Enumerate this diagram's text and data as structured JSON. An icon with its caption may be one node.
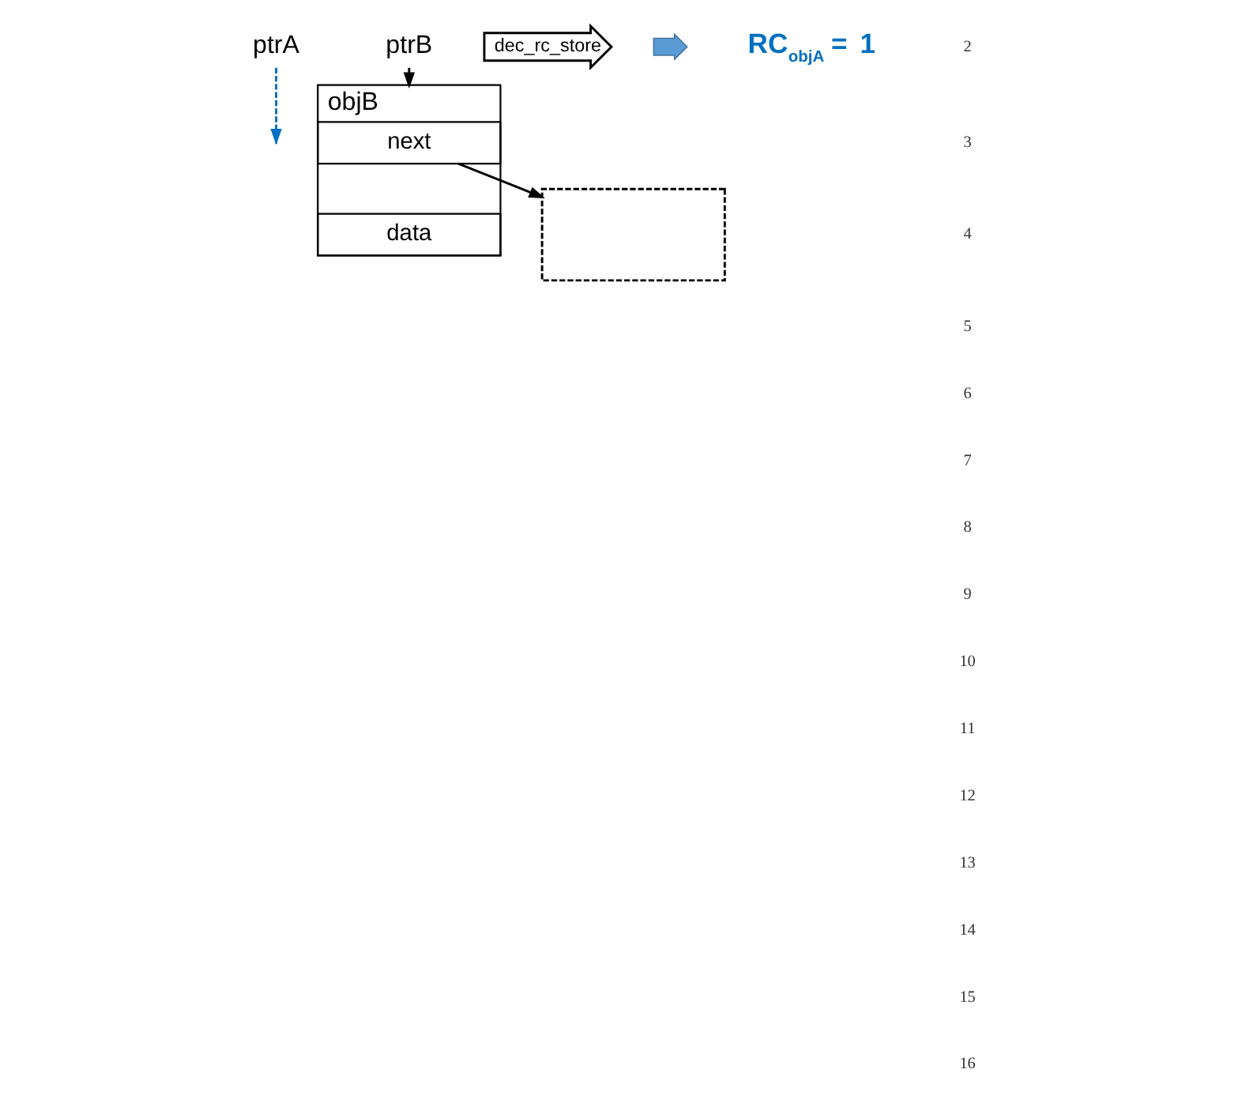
{
  "diagram": {
    "nodes": [
      {
        "text": [
          "ptrA"
        ]
      },
      {
        "text": [],
        "shape": "box"
      },
      {
        "text": [
          "ptrB"
        ]
      },
      {
        "text": [
          "objB"
        ]
      },
      {
        "text": [
          "next"
        ],
        "in": 3
      },
      {
        "text": [
          "data"
        ],
        "in": 3
      },
      {
        "text": [
          "dec_rc_store"
        ]
      },
      {
        "text": [],
        "shape": "arrow"
      }
    ],
    "edges": [
      {
        "from": 0,
        "to": null,
        "arrow": "to",
        "style": "dashed",
        "color": "#0070c0"
      },
      {
        "from": 2,
        "to": 3,
        "arrow": "to",
        "color": "#000000"
      },
      {
        "from": 4,
        "to": 1,
        "arrow": "to",
        "color": "#000000"
      }
    ],
    "labels": [
      "RC$_{objA}$ = 1",
      "2",
      "3",
      "4",
      "5",
      "6",
      "7",
      "8",
      "9",
      "10",
      "11",
      "12",
      "13",
      "14",
      "15",
      "16"
    ]
  }
}
